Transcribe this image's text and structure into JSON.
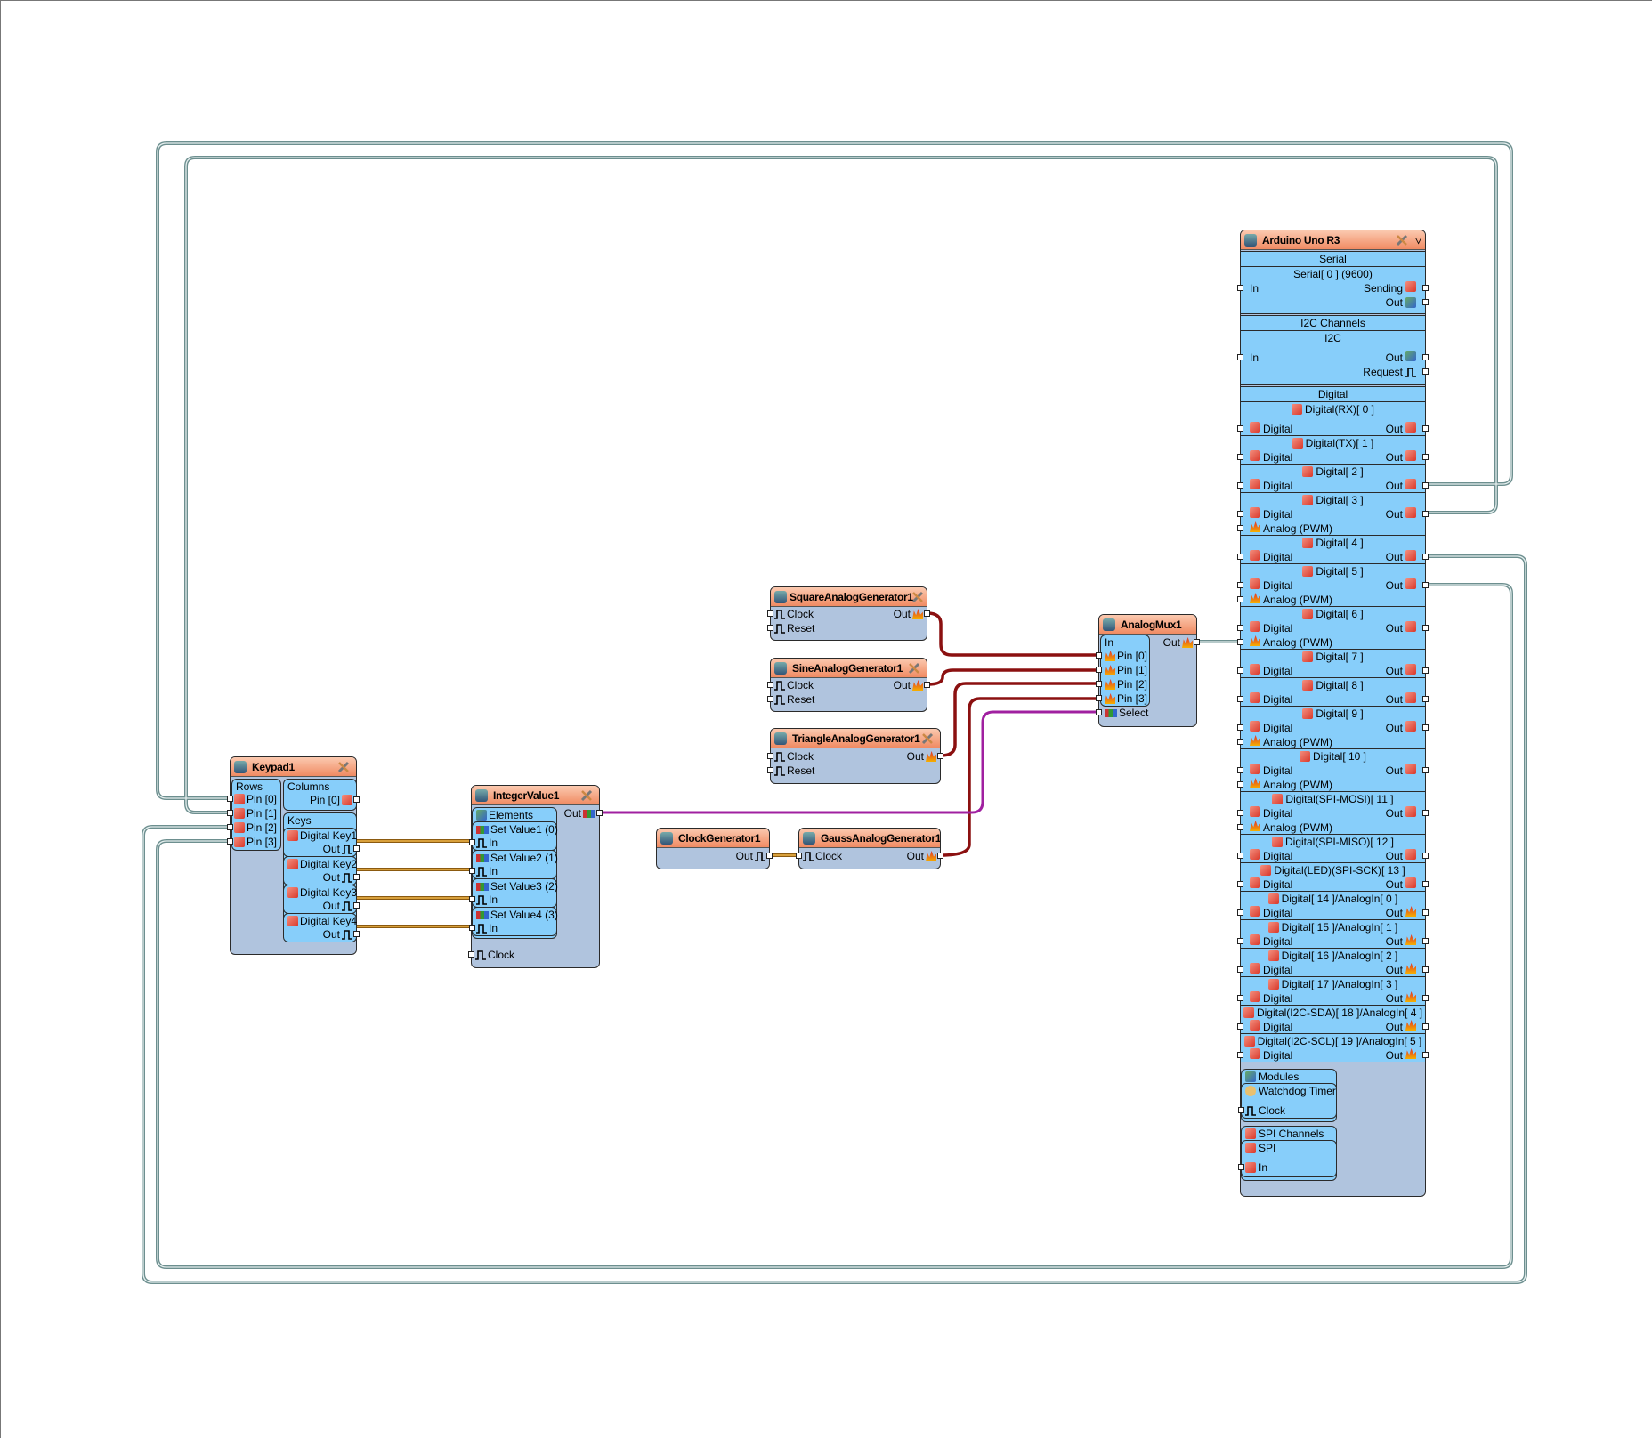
{
  "arduino": {
    "title": "Arduino Uno R3",
    "serial": {
      "section": "Serial",
      "channel": "Serial[ 0 ] (9600)",
      "in": "In",
      "sending": "Sending",
      "out": "Out"
    },
    "i2c": {
      "section": "I2C Channels",
      "channel": "I2C",
      "in": "In",
      "out": "Out",
      "request": "Request"
    },
    "digital": {
      "section": "Digital",
      "pins": [
        {
          "title": "Digital(RX)[ 0 ]",
          "inputs": [
            "Digital"
          ],
          "out": "Out"
        },
        {
          "title": "Digital(TX)[ 1 ]",
          "inputs": [
            "Digital"
          ],
          "out": "Out"
        },
        {
          "title": "Digital[ 2 ]",
          "inputs": [
            "Digital"
          ],
          "out": "Out"
        },
        {
          "title": "Digital[ 3 ]",
          "inputs": [
            "Digital",
            "Analog (PWM)"
          ],
          "out": "Out"
        },
        {
          "title": "Digital[ 4 ]",
          "inputs": [
            "Digital"
          ],
          "out": "Out"
        },
        {
          "title": "Digital[ 5 ]",
          "inputs": [
            "Digital",
            "Analog (PWM)"
          ],
          "out": "Out"
        },
        {
          "title": "Digital[ 6 ]",
          "inputs": [
            "Digital",
            "Analog (PWM)"
          ],
          "out": "Out"
        },
        {
          "title": "Digital[ 7 ]",
          "inputs": [
            "Digital"
          ],
          "out": "Out"
        },
        {
          "title": "Digital[ 8 ]",
          "inputs": [
            "Digital"
          ],
          "out": "Out"
        },
        {
          "title": "Digital[ 9 ]",
          "inputs": [
            "Digital",
            "Analog (PWM)"
          ],
          "out": "Out"
        },
        {
          "title": "Digital[ 10 ]",
          "inputs": [
            "Digital",
            "Analog (PWM)"
          ],
          "out": "Out"
        },
        {
          "title": "Digital(SPI-MOSI)[ 11 ]",
          "inputs": [
            "Digital",
            "Analog (PWM)"
          ],
          "out": "Out"
        },
        {
          "title": "Digital(SPI-MISO)[ 12 ]",
          "inputs": [
            "Digital"
          ],
          "out": "Out"
        },
        {
          "title": "Digital(LED)(SPI-SCK)[ 13 ]",
          "inputs": [
            "Digital"
          ],
          "out": "Out"
        },
        {
          "title": "Digital[ 14 ]/AnalogIn[ 0 ]",
          "inputs": [
            "Digital"
          ],
          "out": "Out"
        },
        {
          "title": "Digital[ 15 ]/AnalogIn[ 1 ]",
          "inputs": [
            "Digital"
          ],
          "out": "Out"
        },
        {
          "title": "Digital[ 16 ]/AnalogIn[ 2 ]",
          "inputs": [
            "Digital"
          ],
          "out": "Out"
        },
        {
          "title": "Digital[ 17 ]/AnalogIn[ 3 ]",
          "inputs": [
            "Digital"
          ],
          "out": "Out"
        },
        {
          "title": "Digital(I2C-SDA)[ 18 ]/AnalogIn[ 4 ]",
          "inputs": [
            "Digital"
          ],
          "out": "Out"
        },
        {
          "title": "Digital(I2C-SCL)[ 19 ]/AnalogIn[ 5 ]",
          "inputs": [
            "Digital"
          ],
          "out": "Out"
        }
      ]
    },
    "modules": {
      "section": "Modules",
      "watchdog": "Watchdog Timer",
      "clock": "Clock"
    },
    "spi": {
      "section": "SPI Channels",
      "channel": "SPI",
      "in": "In"
    }
  },
  "keypad": {
    "title": "Keypad1",
    "rows_label": "Rows",
    "rows": [
      "Pin [0]",
      "Pin [1]",
      "Pin [2]",
      "Pin [3]"
    ],
    "columns_label": "Columns",
    "columns": [
      "Pin [0]"
    ],
    "keys_label": "Keys",
    "keys": [
      {
        "name": "Digital Key1",
        "out": "Out"
      },
      {
        "name": "Digital Key2",
        "out": "Out"
      },
      {
        "name": "Digital Key3",
        "out": "Out"
      },
      {
        "name": "Digital Key4",
        "out": "Out"
      }
    ]
  },
  "integer_value": {
    "title": "IntegerValue1",
    "elements_label": "Elements",
    "out": "Out",
    "clock": "Clock",
    "elements": [
      {
        "name": "Set Value1 (0)",
        "in": "In"
      },
      {
        "name": "Set Value2 (1)",
        "in": "In"
      },
      {
        "name": "Set Value3 (2)",
        "in": "In"
      },
      {
        "name": "Set Value4 (3)",
        "in": "In"
      }
    ]
  },
  "square": {
    "title": "SquareAnalogGenerator1",
    "clock": "Clock",
    "reset": "Reset",
    "out": "Out"
  },
  "sine": {
    "title": "SineAnalogGenerator1",
    "clock": "Clock",
    "reset": "Reset",
    "out": "Out"
  },
  "triangle": {
    "title": "TriangleAnalogGenerator1",
    "clock": "Clock",
    "reset": "Reset",
    "out": "Out"
  },
  "clock_gen": {
    "title": "ClockGenerator1",
    "out": "Out"
  },
  "gauss": {
    "title": "GaussAnalogGenerator1",
    "clock": "Clock",
    "out": "Out"
  },
  "mux": {
    "title": "AnalogMux1",
    "in_label": "In",
    "pins": [
      "Pin [0]",
      "Pin [1]",
      "Pin [2]",
      "Pin [3]"
    ],
    "select": "Select",
    "out": "Out"
  },
  "colors": {
    "header": "#f08a62",
    "block": "#b0c4de",
    "panel": "#87cefa",
    "analog_wire": "#8b1010",
    "digital_wire": "#e0a030",
    "integer_wire": "#a020a0",
    "loop_wire": "#6d8f8f"
  }
}
